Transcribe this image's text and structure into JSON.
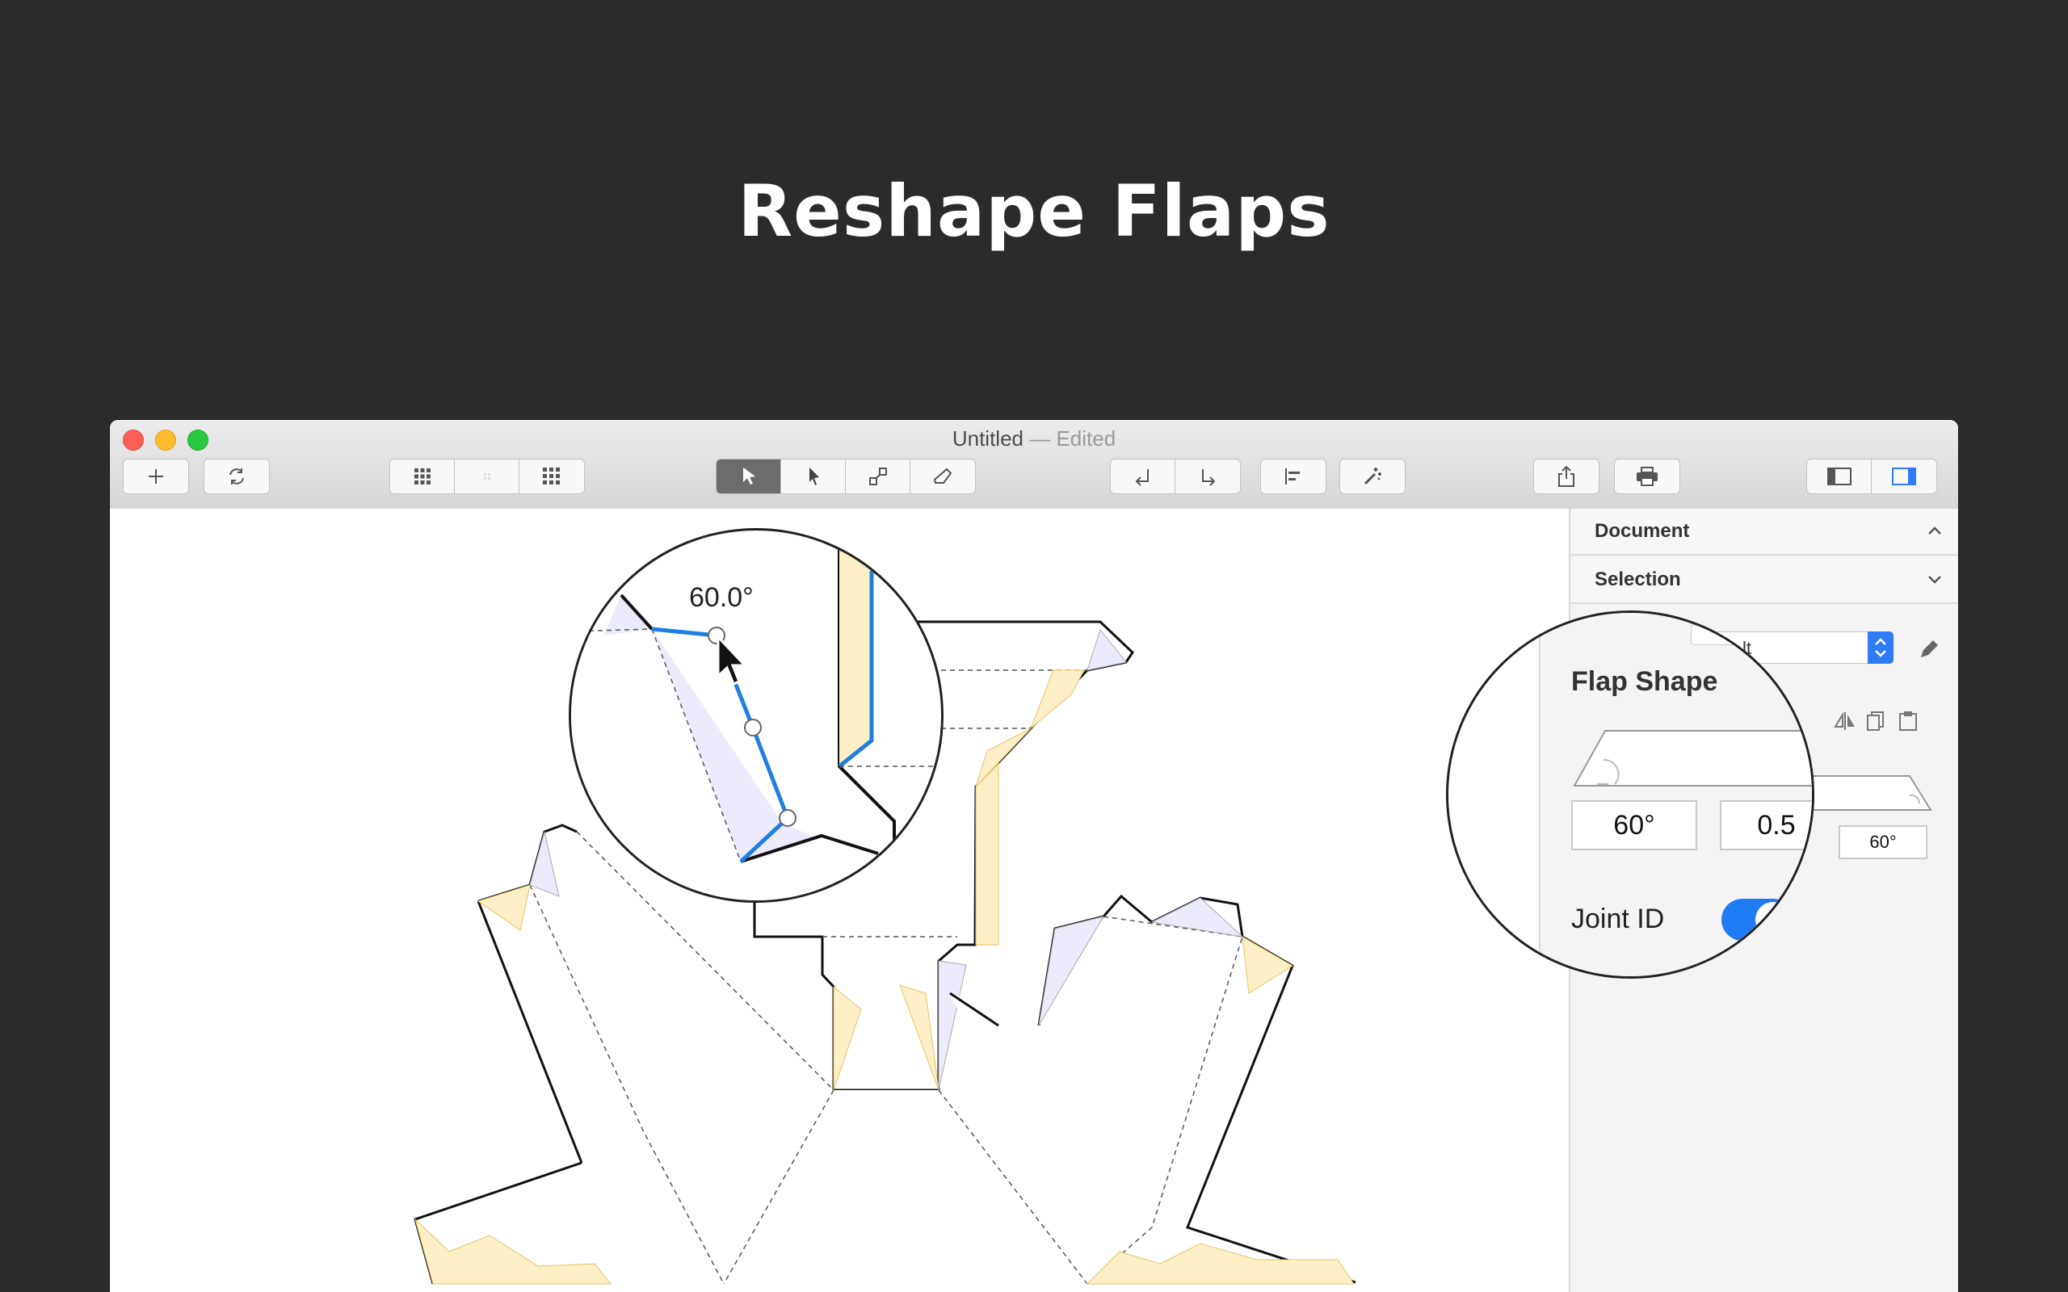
{
  "hero": {
    "title": "Reshape Flaps"
  },
  "window": {
    "title": "Untitled",
    "edited": "— Edited"
  },
  "toolbar": {
    "add_icon": "plus-icon",
    "refresh_icon": "refresh-icon",
    "layout_icons": [
      "grid-icon",
      "grid-small-icon",
      "grid-dense-icon"
    ],
    "tools": [
      "select-arrow-icon",
      "direct-select-icon",
      "scale-icon",
      "eraser-icon"
    ],
    "undo_icon": "fold-left-icon",
    "redo_icon": "fold-right-icon",
    "align_icon": "align-left-icon",
    "wand_icon": "magic-wand-icon",
    "share_icon": "share-icon",
    "print_icon": "print-icon",
    "panel_icons": [
      "left-panel-icon",
      "right-panel-icon"
    ],
    "accent": "#2f7cf6"
  },
  "sidebar": {
    "document_label": "Document",
    "selection_label": "Selection",
    "dropdown_value": "lt",
    "angle_right": "60°"
  },
  "magnifier_left": {
    "angle_label": "60.0°"
  },
  "magnifier_right": {
    "flap_shape_label": "Flap Shape",
    "angle_value": "60°",
    "ratio_value": "0.5",
    "joint_id_label": "Joint ID",
    "joint_id_on": true
  },
  "colors": {
    "flap_yellow": "#fdf0c6",
    "flap_lavender": "#ecebfb",
    "handle_blue": "#1f7ee0"
  }
}
